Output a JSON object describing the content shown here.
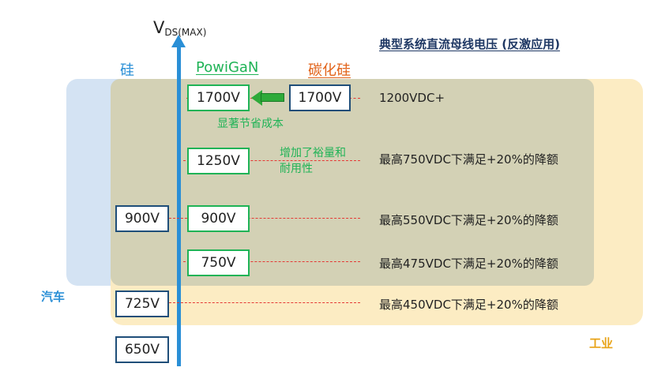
{
  "axis": {
    "label_main": "V",
    "label_sub": "DS(MAX)"
  },
  "header": {
    "title": "典型系统直流母线电压 (反激应用)"
  },
  "columns": {
    "si": "硅",
    "gan": "PowiGaN",
    "sic": "碳化硅"
  },
  "regions": {
    "automotive": "汽车",
    "industrial": "工业"
  },
  "notes": {
    "cost_saving": "显著节省成本",
    "derating_line1": "增加了裕量和",
    "derating_line2": "耐用性"
  },
  "boxes": {
    "gan_1700": "1700V",
    "sic_1700": "1700V",
    "gan_1250": "1250V",
    "si_900": "900V",
    "gan_900": "900V",
    "gan_750": "750V",
    "si_725": "725V",
    "si_650": "650V"
  },
  "rows": {
    "r1200": "1200VDC+",
    "r750": "最高750VDC下满足+20%的降额",
    "r550": "最高550VDC下满足+20%的降额",
    "r475": "最高475VDC下满足+20%的降额",
    "r450": "最高450VDC下满足+20%的降额"
  },
  "colors": {
    "axis": "#2a8fd6",
    "gan": "#1fb356",
    "sic": "#e2641b",
    "dashes": "#e53935",
    "automotive_region": "#d4e3f3",
    "industrial_region": "#fcebc0",
    "si_region": "#d1d0b4"
  }
}
